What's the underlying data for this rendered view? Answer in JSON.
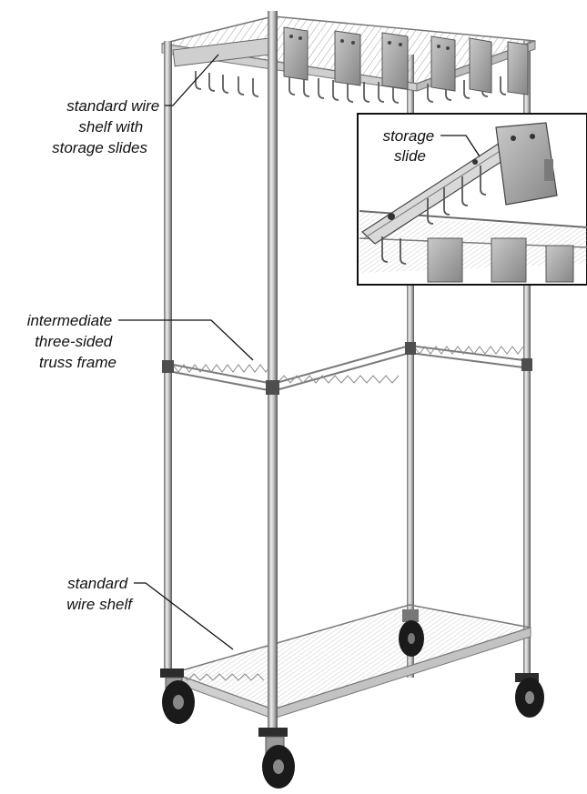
{
  "labels": {
    "top_shelf": [
      "standard wire",
      "shelf with",
      "storage slides"
    ],
    "storage_slide": [
      "storage",
      "slide"
    ],
    "truss": [
      "intermediate",
      "three-sided",
      "truss frame"
    ],
    "bottom_shelf": [
      "standard",
      "wire shelf"
    ]
  },
  "colors": {
    "background": "#ffffff",
    "chrome_light": "#e2e2e2",
    "chrome_mid": "#a9a9a9",
    "chrome_dark": "#555555",
    "slide_plate": "#9d9d9d",
    "wheel": "#1a1a1a",
    "line": "#111111"
  }
}
